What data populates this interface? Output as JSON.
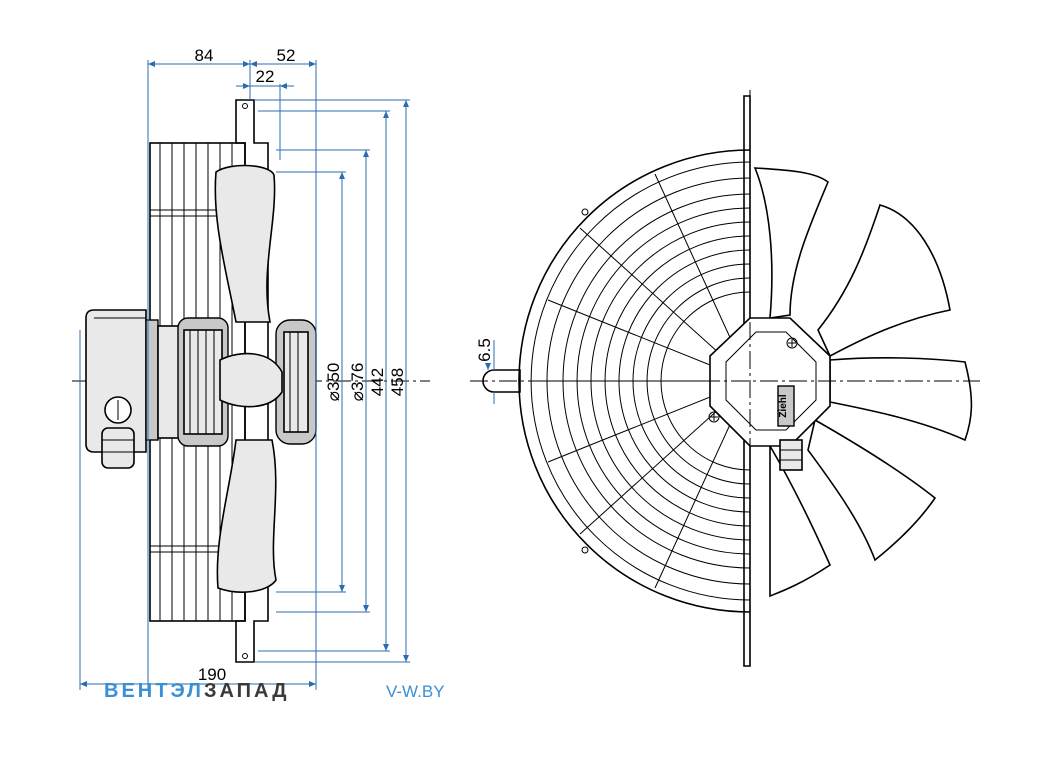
{
  "dimensions": {
    "d84": "84",
    "d52": "52",
    "d22": "22",
    "d190": "190",
    "d6_5": "6.5",
    "d350": "⌀350",
    "d376": "⌀376",
    "d442": "442",
    "d458": "458"
  },
  "motor_label": "Ziehl",
  "brand": {
    "part1": "ВЕНТЭЛ",
    "part2": "ЗАПАД",
    "url": "V-W.BY",
    "color_part1": "#3a8fd6",
    "color_part2": "#3a3a3a",
    "color_url": "#3a8fd6"
  },
  "colors": {
    "dimension_line": "#2b6cb0",
    "fill_light": "#e9e9e9",
    "fill_dark": "#c8c8c8"
  }
}
